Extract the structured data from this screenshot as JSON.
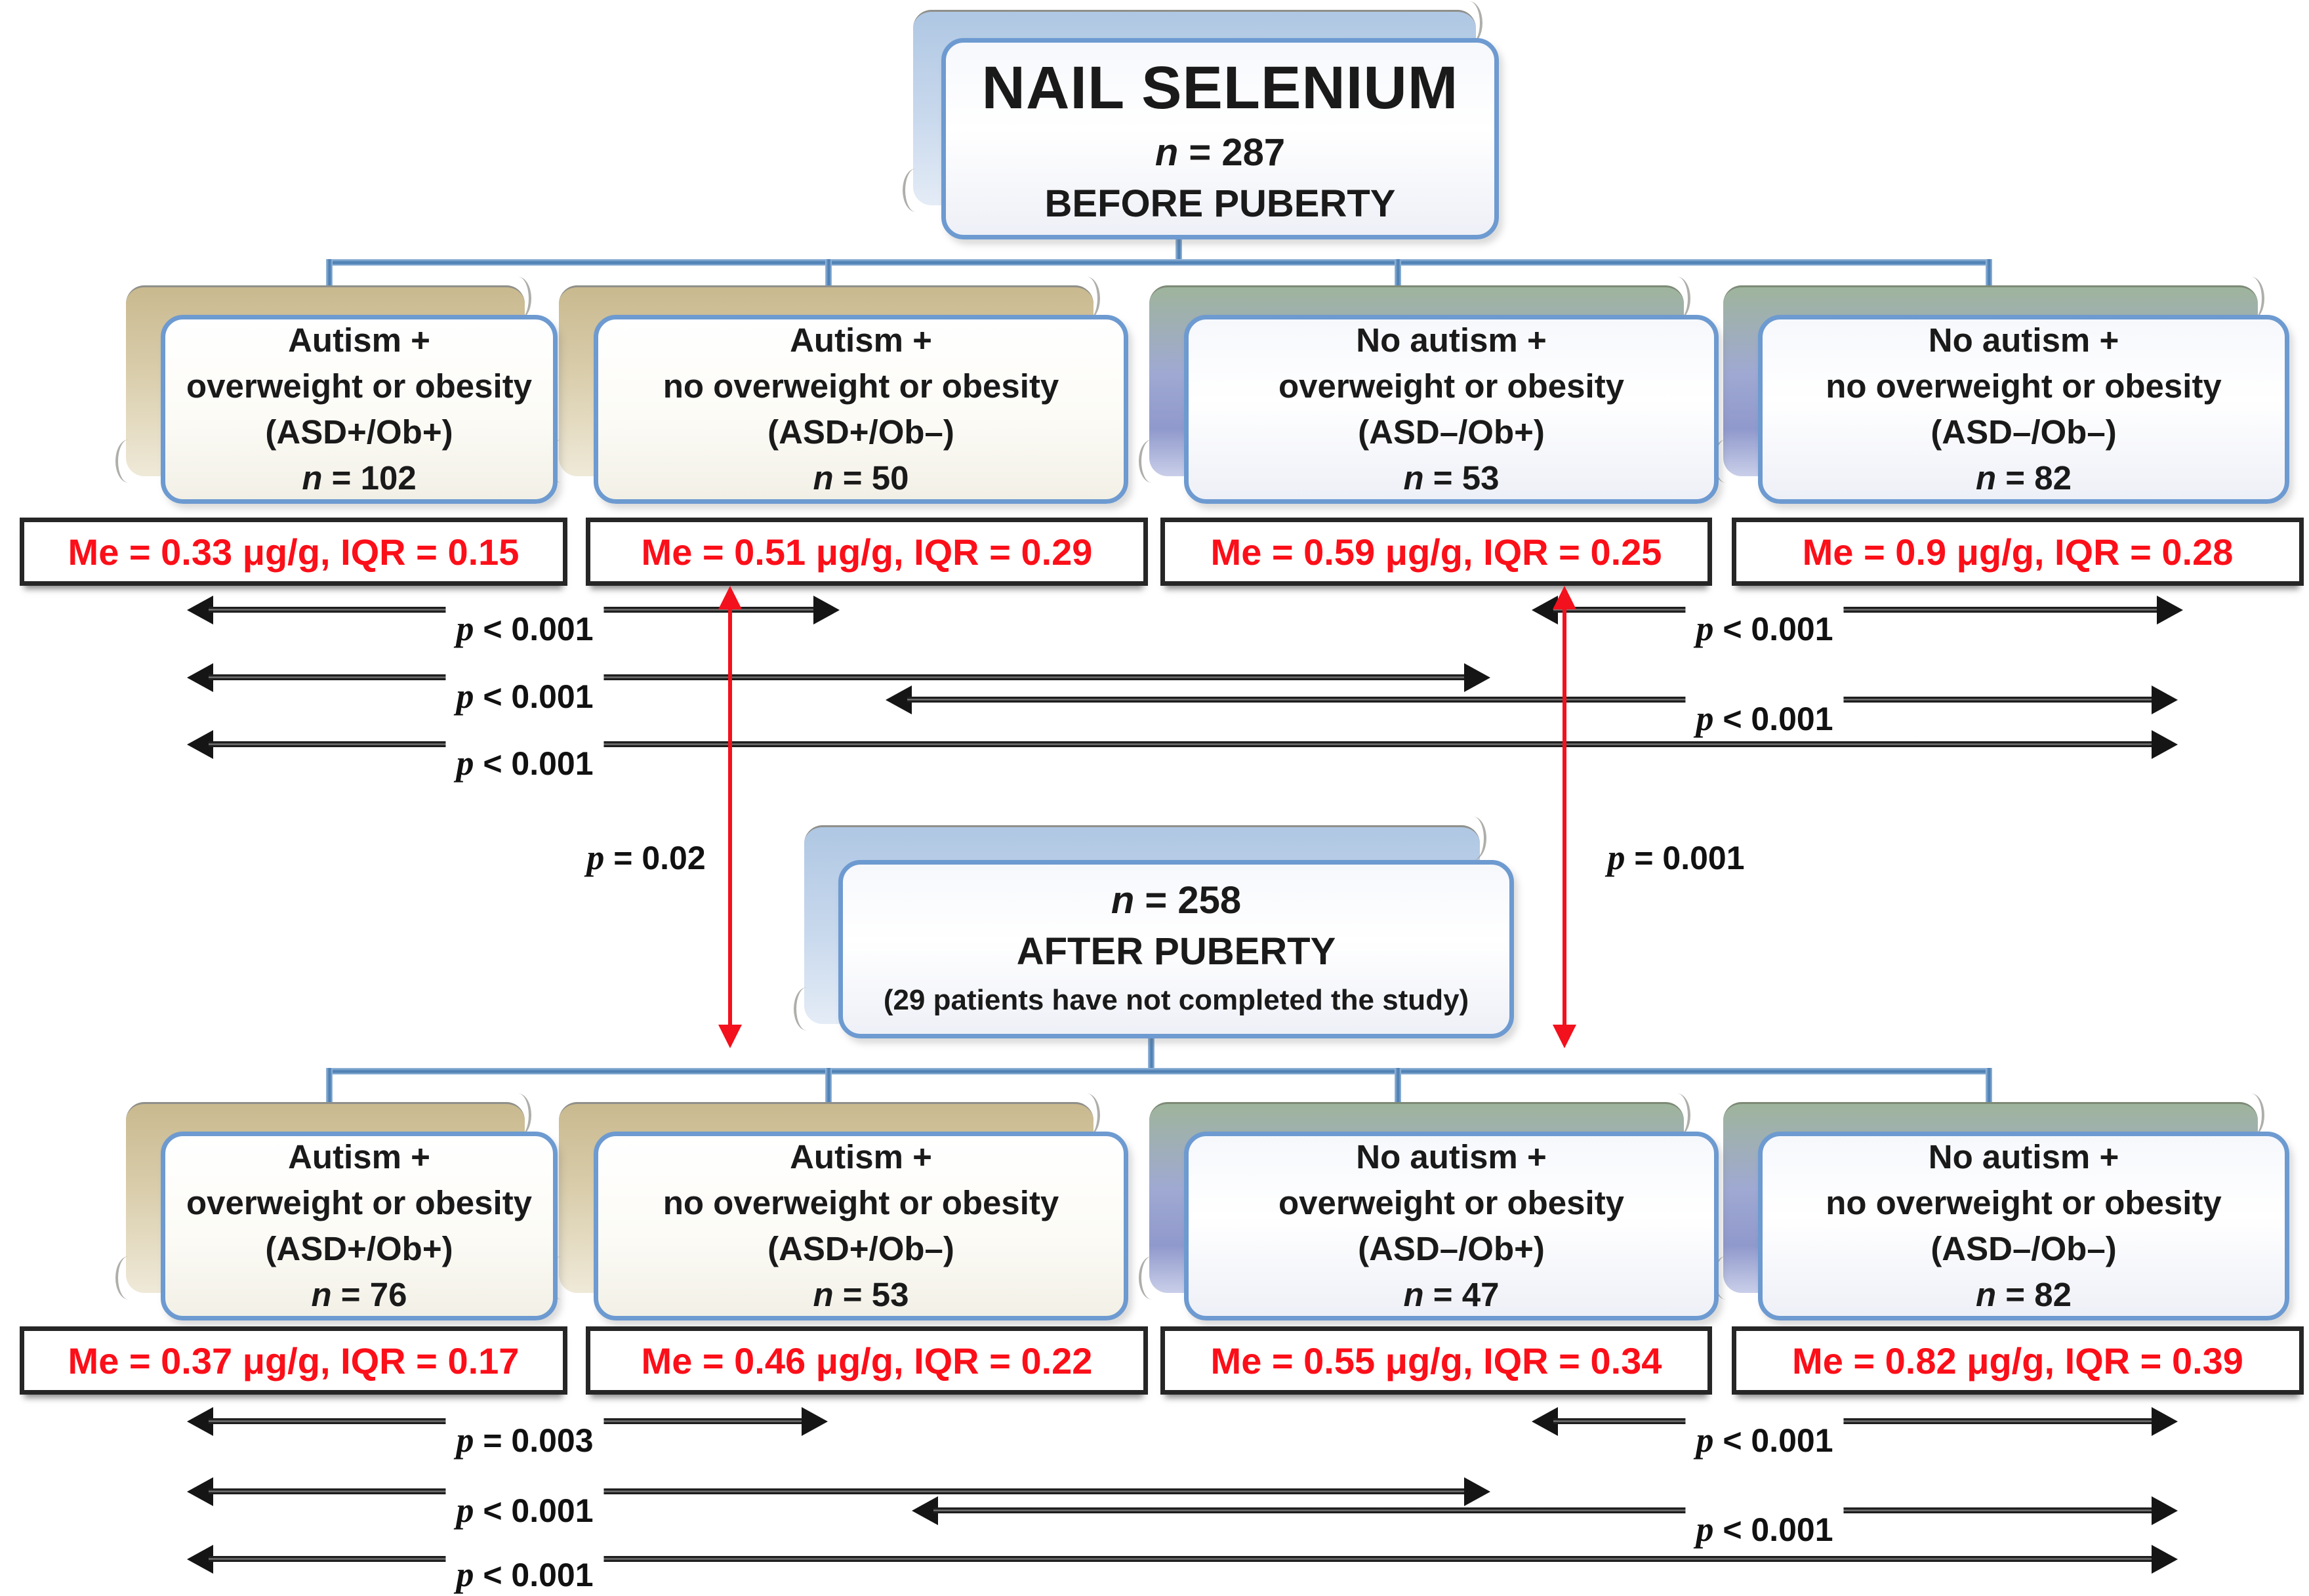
{
  "colors": {
    "card_border": "#6d9ad0",
    "connector_blue": "#4f81b5",
    "median_text": "#fb0f19",
    "red_arrow": "#f2111c",
    "tan_shadow": "#c9b98f",
    "green_violet_shadow": "#9fa9d2",
    "blue_shadow": "#afc7e3"
  },
  "before": {
    "root": {
      "title": "NAIL SELENIUM",
      "n_it": "n",
      "n_rest": " = 287",
      "stage": "BEFORE PUBERTY"
    },
    "groups": [
      {
        "lines": [
          "Autism +",
          "overweight or obesity",
          "(ASD+/Ob+)"
        ],
        "n_it": "n",
        "n_rest": " = 102",
        "me": "Me = 0.33 μg/g, IQR = 0.15"
      },
      {
        "lines": [
          "Autism +",
          "no overweight or obesity",
          "(ASD+/Ob–)"
        ],
        "n_it": "n",
        "n_rest": " = 50",
        "me": "Me = 0.51 μg/g, IQR = 0.29"
      },
      {
        "lines": [
          "No autism +",
          "overweight or obesity",
          "(ASD–/Ob+)"
        ],
        "n_it": "n",
        "n_rest": " = 53",
        "me": "Me = 0.59 μg/g, IQR = 0.25"
      },
      {
        "lines": [
          "No autism +",
          "no overweight or obesity",
          "(ASD–/Ob–)"
        ],
        "n_it": "n",
        "n_rest": " = 82",
        "me": "Me = 0.9 μg/g, IQR = 0.28"
      }
    ],
    "comparisons": [
      {
        "pair": "ASD+/Ob+ vs ASD+/Ob–",
        "p_it": "p",
        "p_rest": " < 0.001"
      },
      {
        "pair": "ASD–/Ob+ vs ASD–/Ob–",
        "p_it": "p",
        "p_rest": " < 0.001"
      },
      {
        "pair": "ASD+/Ob+ vs ASD–/Ob+",
        "p_it": "p",
        "p_rest": " < 0.001"
      },
      {
        "pair": "ASD+/Ob– vs ASD–/Ob–",
        "p_it": "p",
        "p_rest": " < 0.001"
      },
      {
        "pair": "ASD+/Ob+ vs ASD–/Ob–",
        "p_it": "p",
        "p_rest": " < 0.001"
      }
    ]
  },
  "transition": {
    "root": {
      "n_it": "n",
      "n_rest": " = 258",
      "stage": "AFTER PUBERTY",
      "note": "(29 patients have not completed the study)"
    },
    "left": {
      "pair": "ASD+/Ob– before vs after",
      "p_it": "p",
      "p_rest": " = 0.02"
    },
    "right": {
      "pair": "ASD–/Ob+ before vs after",
      "p_it": "p",
      "p_rest": " = 0.001"
    }
  },
  "after": {
    "groups": [
      {
        "lines": [
          "Autism +",
          "overweight or obesity",
          "(ASD+/Ob+)"
        ],
        "n_it": "n",
        "n_rest": " = 76",
        "me": "Me = 0.37 μg/g, IQR = 0.17"
      },
      {
        "lines": [
          "Autism +",
          "no overweight or obesity",
          "(ASD+/Ob–)"
        ],
        "n_it": "n",
        "n_rest": " = 53",
        "me": "Me = 0.46 μg/g, IQR = 0.22"
      },
      {
        "lines": [
          "No autism +",
          "overweight or obesity",
          "(ASD–/Ob+)"
        ],
        "n_it": "n",
        "n_rest": " = 47",
        "me": "Me = 0.55 μg/g, IQR = 0.34"
      },
      {
        "lines": [
          "No autism +",
          "no overweight or obesity",
          "(ASD–/Ob–)"
        ],
        "n_it": "n",
        "n_rest": " = 82",
        "me": "Me = 0.82 μg/g, IQR = 0.39"
      }
    ],
    "comparisons": [
      {
        "pair": "ASD+/Ob+ vs ASD+/Ob–",
        "p_it": "p",
        "p_rest": " = 0.003"
      },
      {
        "pair": "ASD–/Ob+ vs ASD–/Ob–",
        "p_it": "p",
        "p_rest": " < 0.001"
      },
      {
        "pair": "ASD+/Ob+ vs ASD–/Ob+",
        "p_it": "p",
        "p_rest": " < 0.001"
      },
      {
        "pair": "ASD+/Ob– vs ASD–/Ob–",
        "p_it": "p",
        "p_rest": " < 0.001"
      },
      {
        "pair": "ASD+/Ob+ vs ASD–/Ob–",
        "p_it": "p",
        "p_rest": " < 0.001"
      }
    ]
  }
}
